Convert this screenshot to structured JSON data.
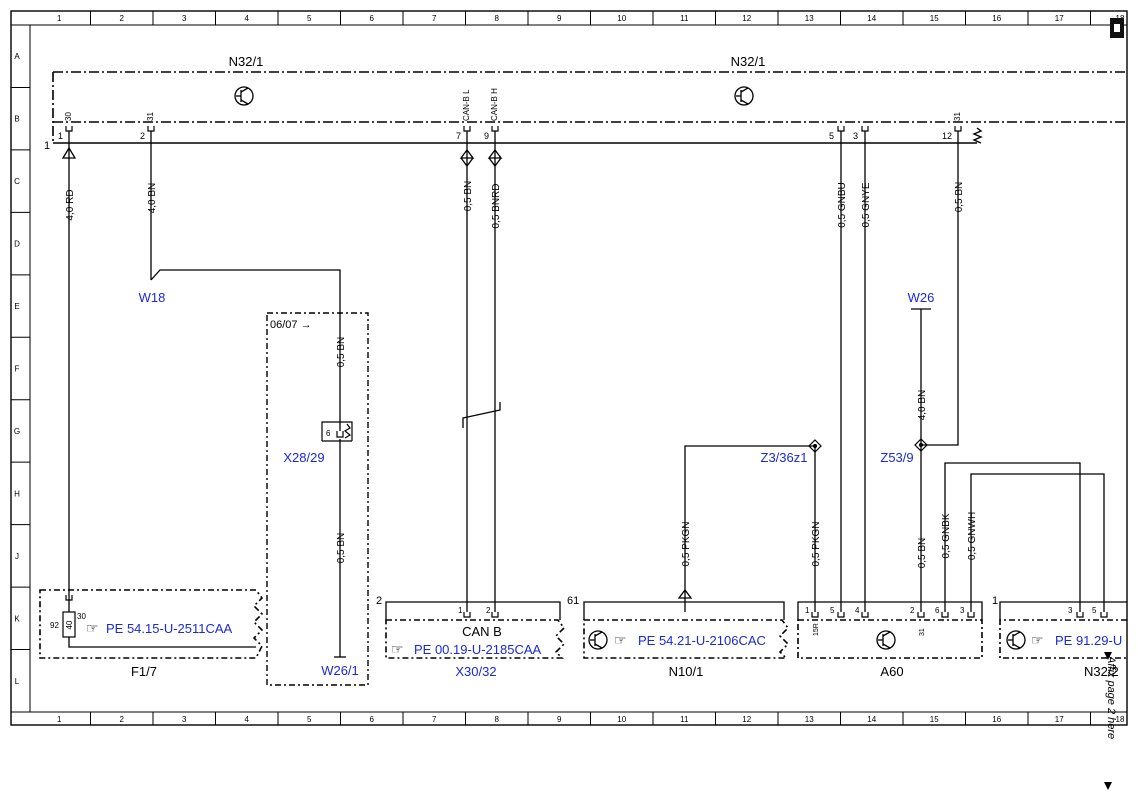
{
  "grid": {
    "columns": [
      "1",
      "2",
      "3",
      "4",
      "5",
      "6",
      "7",
      "8",
      "9",
      "10",
      "11",
      "12",
      "13",
      "14",
      "15",
      "16",
      "17",
      "18"
    ],
    "rows": [
      "A",
      "B",
      "C",
      "D",
      "E",
      "F",
      "G",
      "H",
      "J",
      "K",
      "L"
    ],
    "corner_top": "18",
    "corner_bottom": "18"
  },
  "components": {
    "n32_1_left": "N32/1",
    "n32_1_right": "N32/1",
    "f1_7": "F1/7",
    "x30_32": "X30/32",
    "n10_1": "N10/1",
    "a60": "A60",
    "n32_2": "N32/2",
    "can_b": "CAN B"
  },
  "refs": {
    "w18": "W18",
    "w26": "W26",
    "w26_1": "W26/1",
    "x28_29": "X28/29",
    "z3_36z1": "Z3/36z1",
    "z53_9": "Z53/9",
    "pe_f17": "PE 54.15-U-2511CAA",
    "pe_x3032": "PE 00.19-U-2185CAA",
    "pe_n101": "PE 54.21-U-2106CAC",
    "pe_n322": "PE 91.29-U"
  },
  "wires": {
    "w1": "4,0 RD",
    "w2": "4,0 BN",
    "w3": "0,5 BN",
    "w4": "0,5 BNRD",
    "w5": "0,5 GNBU",
    "w6": "0,5 GNYE",
    "w7": "0,5 BN",
    "w8": "0,5 BN",
    "w9": "0,5 BN",
    "w10": "0,5 PKGN",
    "w11": "0,5 PKGN",
    "w12": "4,0 BN",
    "w13": "0,5 BN",
    "w14": "0,5 GNBK",
    "w15": "0,5 GNWH"
  },
  "pins": {
    "p30": "30",
    "p31a": "31",
    "pcanl": "CAN-B L",
    "pcanh": "CAN-B H",
    "p31b": "31",
    "p1": "1",
    "p2": "2",
    "p7": "7",
    "p9": "9",
    "p5": "5",
    "p3": "3",
    "p12": "12",
    "p6": "6",
    "p92": "92",
    "p40": "40",
    "p30b": "30",
    "x1": "1",
    "x2": "2",
    "a1": "1",
    "a5": "5",
    "a4": "4",
    "a2": "2",
    "a6": "6",
    "a3": "3",
    "a15r": "15R",
    "a31": "31",
    "n3": "3",
    "n5": "5",
    "box2": "2",
    "box61": "61",
    "box1": "1",
    "bus1": "1"
  },
  "notes": {
    "date_code": "06/07 →",
    "affix": "Affix page 2 here"
  }
}
